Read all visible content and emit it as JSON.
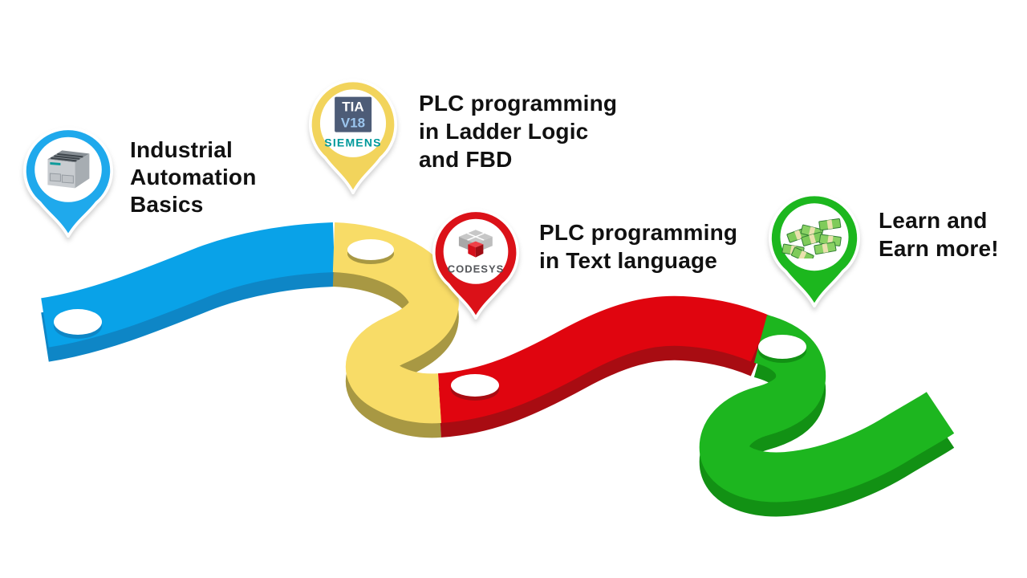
{
  "milestones": [
    {
      "id": "industrial-automation-basics",
      "label": "Industrial\nAutomation\nBasics",
      "icon": "plc-device",
      "pin_color": "#1FA9EC"
    },
    {
      "id": "ladder-logic-fbd",
      "label": "PLC programming\nin Ladder Logic\nand FBD",
      "icon": "tia-portal-siemens-logo",
      "pin_color": "#F2D45C",
      "logo": {
        "product": "TIA",
        "version": "V18",
        "brand": "SIEMENS"
      }
    },
    {
      "id": "text-language",
      "label": "PLC programming\nin Text language",
      "icon": "codesys-logo",
      "pin_color": "#DB1118",
      "logo": {
        "brand": "CODESYS"
      }
    },
    {
      "id": "learn-earn",
      "label": "Learn and\nEarn more!",
      "icon": "money-pile",
      "pin_color": "#1CB71E"
    }
  ],
  "road": {
    "dot_color": "#FFFFFF",
    "segments": [
      {
        "name": "stage-1-blue",
        "color": "#09A2E8",
        "side_color": "#0E86C6"
      },
      {
        "name": "stage-2-yellow",
        "color": "#F8DC67",
        "side_color": "#A89843"
      },
      {
        "name": "stage-3-red",
        "color": "#E0050F",
        "side_color": "#A80C12"
      },
      {
        "name": "stage-4-green",
        "color": "#1DB61F",
        "side_color": "#129114"
      }
    ]
  },
  "text_color": "#111111"
}
